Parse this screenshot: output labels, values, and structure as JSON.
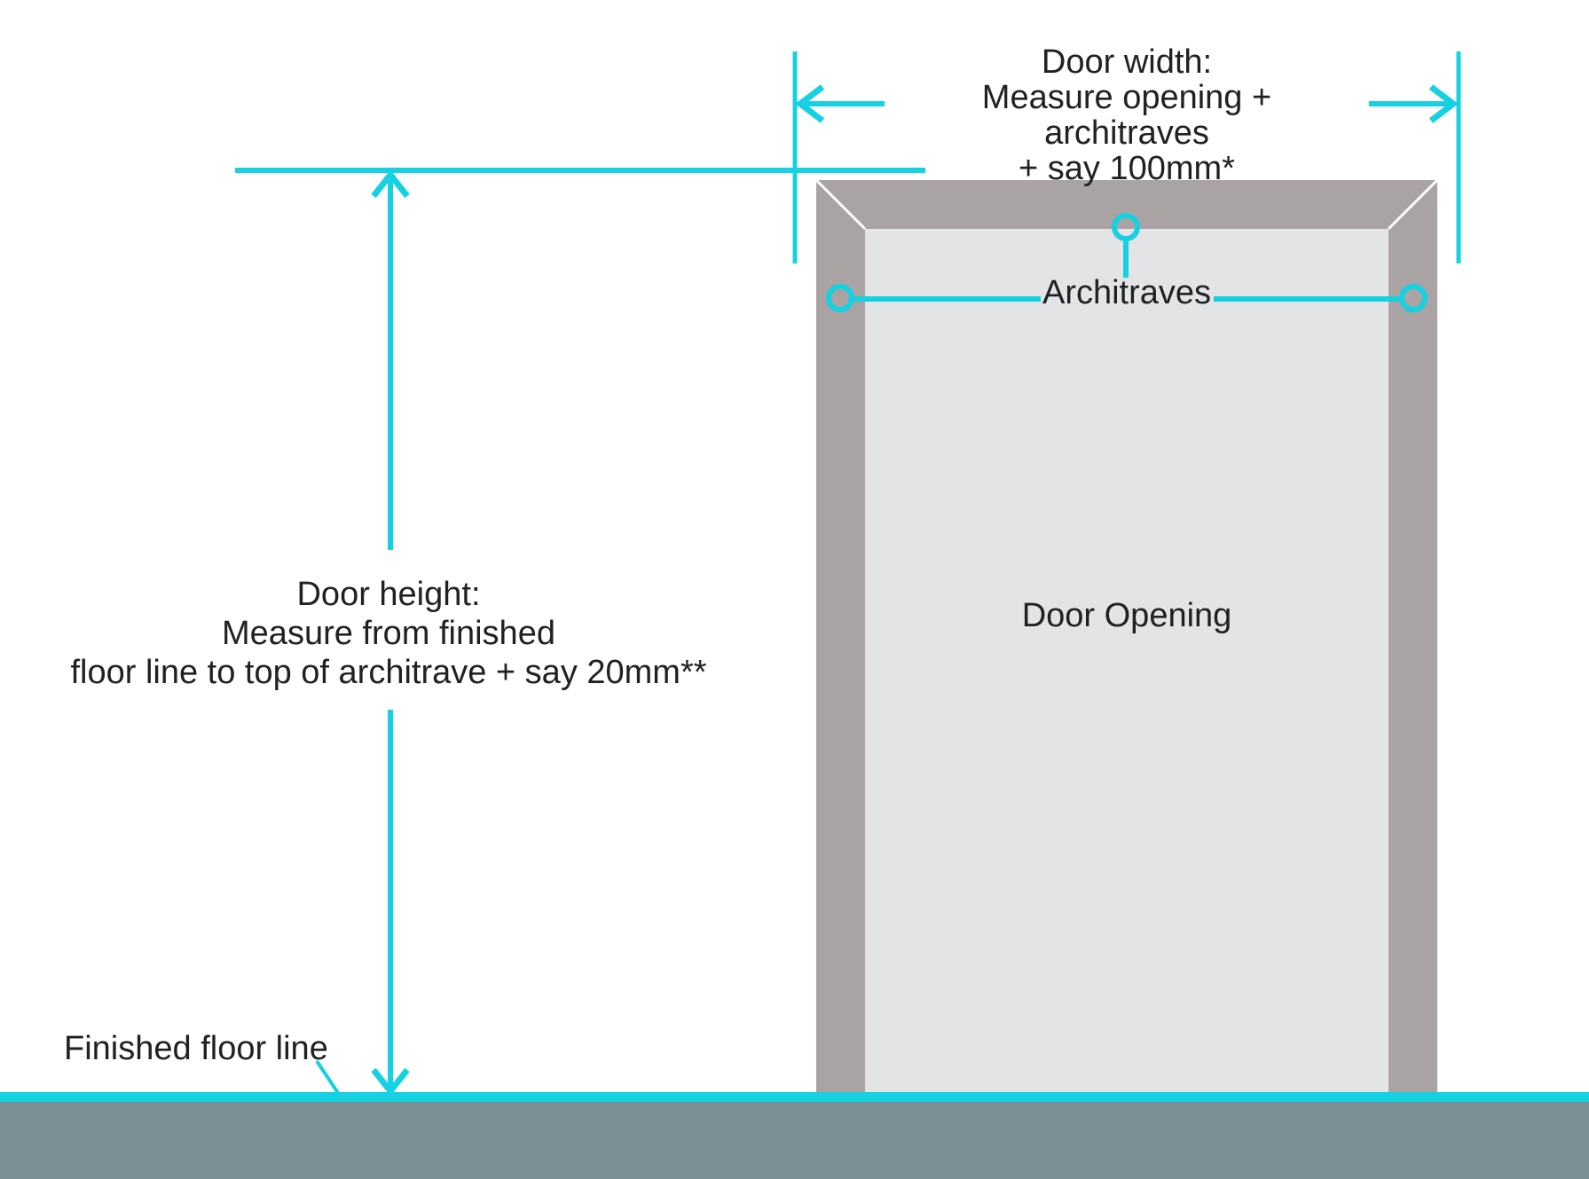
{
  "title": "Door measuring diagram",
  "colors": {
    "accent_cyan": "#15d1e1",
    "architrave_gray": "#a9a3a3",
    "opening_gray": "#e2e4e5",
    "floor_gray": "#7b9094",
    "text_dark": "#212121",
    "miter_white": "#ffffff"
  },
  "labels": {
    "door_width": "Door width:\nMeasure opening + architraves\n+ say 100mm*",
    "door_height": "Door height:\nMeasure from finished\nfloor line to top of architrave + say 20mm**",
    "architraves": "Architraves",
    "door_opening": "Door Opening",
    "finished_floor_line": "Finished floor line"
  }
}
